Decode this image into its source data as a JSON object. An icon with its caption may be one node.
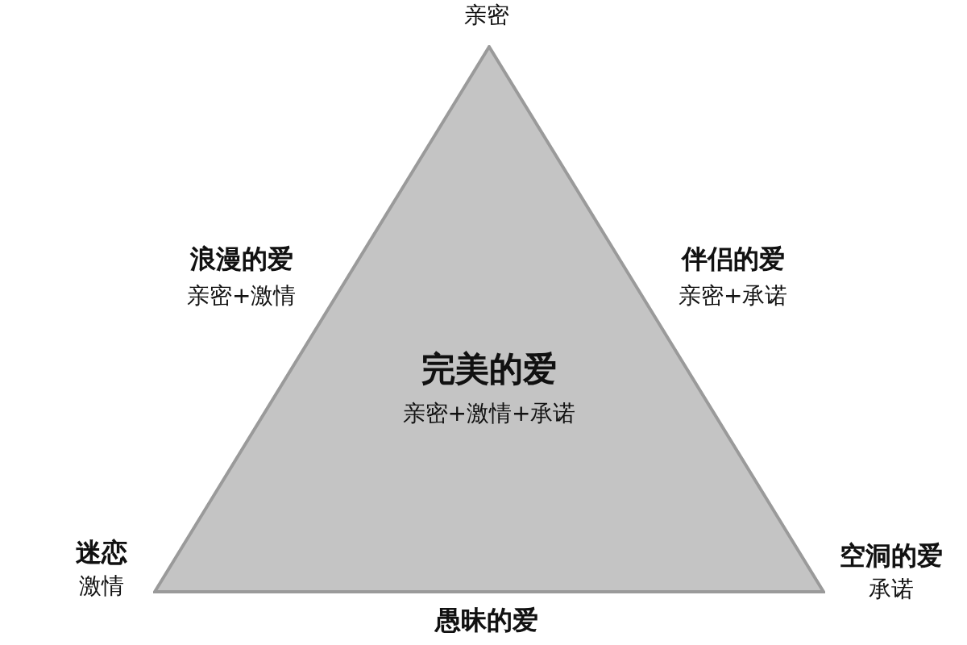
{
  "diagram": {
    "nodes": [
      {
        "text": [
          "完美的爱",
          "亲密+激情+承诺"
        ]
      }
    ],
    "edges": [],
    "labels": [
      "亲密",
      "浪漫的爱",
      "亲密+激情",
      "伴侣的爱",
      "亲密+承诺",
      "迷恋",
      "空洞的爱",
      "激情",
      "承诺",
      "愚昧的爱"
    ]
  }
}
